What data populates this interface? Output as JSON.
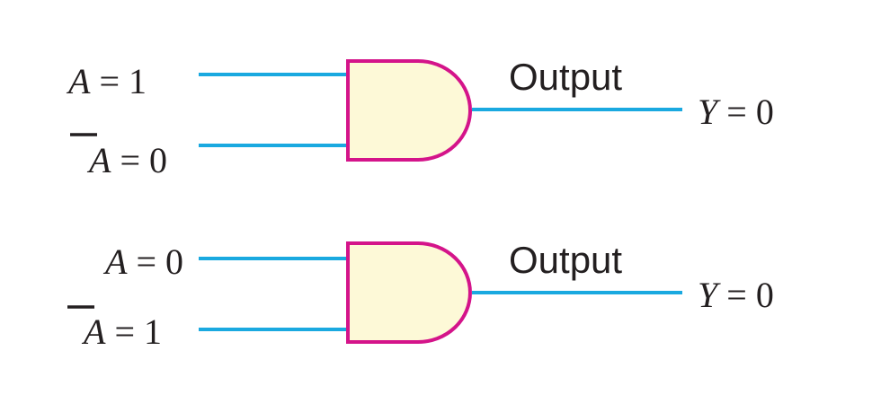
{
  "colors": {
    "wire": "#1aa9e0",
    "gate_stroke": "#d4148a",
    "gate_fill": "#fdf9d7",
    "text": "#231f20"
  },
  "gates": [
    {
      "type": "AND",
      "inputs": [
        {
          "var": "A",
          "bar": false,
          "op": " = ",
          "value": "1"
        },
        {
          "var": "A",
          "bar": true,
          "op": " = ",
          "value": "0"
        }
      ],
      "output_label": "Output",
      "output": {
        "var": "Y",
        "op": " = ",
        "value": "0"
      }
    },
    {
      "type": "AND",
      "inputs": [
        {
          "var": "A",
          "bar": false,
          "op": " = ",
          "value": "0"
        },
        {
          "var": "A",
          "bar": true,
          "op": " = ",
          "value": "1"
        }
      ],
      "output_label": "Output",
      "output": {
        "var": "Y",
        "op": " = ",
        "value": "0"
      }
    }
  ]
}
